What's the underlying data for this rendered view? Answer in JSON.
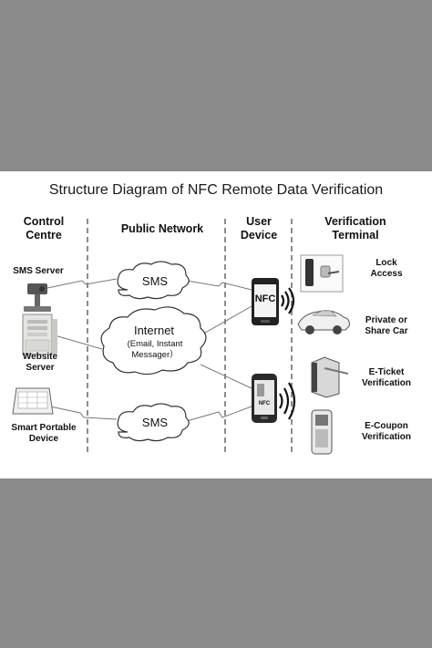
{
  "title": "Structure Diagram of NFC Remote Data Verification",
  "columns": {
    "control": "Control\nCentre",
    "network": "Public Network",
    "user": "User\nDevice",
    "terminal": "Verification\nTerminal"
  },
  "control_centre": {
    "sms_server": "SMS Server",
    "website_server": "Website\nServer",
    "smart_device": "Smart Portable\nDevice"
  },
  "network": {
    "sms_top": "SMS",
    "internet": "Internet",
    "internet_sub": "(Email, Instant\nMessager）",
    "sms_bottom": "SMS"
  },
  "user_device": {
    "nfc_label": "NFC",
    "nfc_small": "NFC"
  },
  "terminals": {
    "lock": "Lock\nAccess",
    "car": "Private or\nShare Car",
    "eticket": "E-Ticket\nVerification",
    "ecoupon": "E-Coupon\nVerification"
  },
  "colors": {
    "outer": "#8b8b8c",
    "card": "#ffffff",
    "line": "#555555"
  }
}
